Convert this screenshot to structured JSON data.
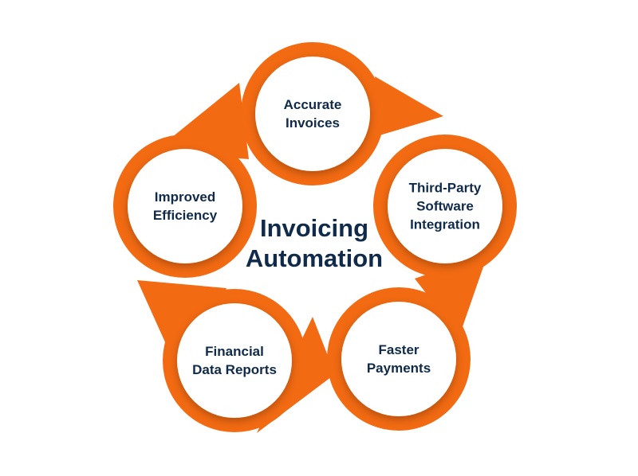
{
  "diagram": {
    "center_title": "Invoicing\nAutomation",
    "nodes": [
      {
        "label": "Accurate\nInvoices"
      },
      {
        "label": "Third-Party\nSoftware\nIntegration"
      },
      {
        "label": "Faster\nPayments"
      },
      {
        "label": "Financial\nData Reports"
      },
      {
        "label": "Improved\nEfficiency"
      }
    ]
  },
  "colors": {
    "accent": "#f26a12",
    "accent_dark": "#c65209",
    "text": "#0f2a4a",
    "circle_fill": "#ffffff"
  }
}
